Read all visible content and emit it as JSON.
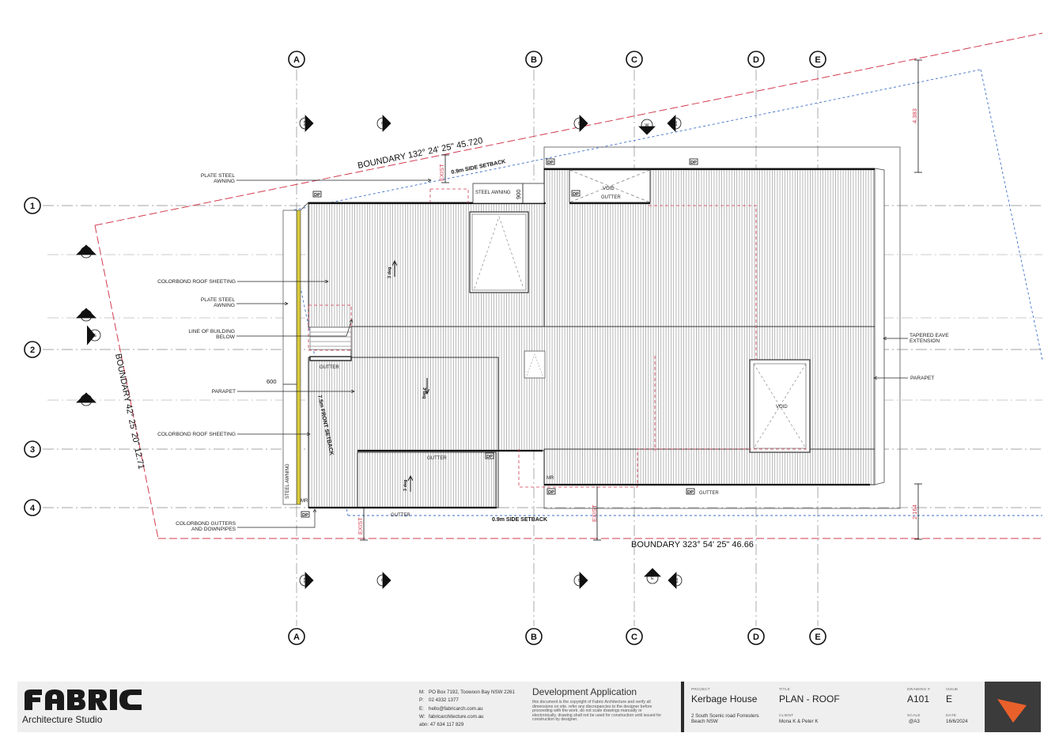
{
  "grid": {
    "columns": [
      "A",
      "B",
      "C",
      "D",
      "E"
    ],
    "rows": [
      "1",
      "2",
      "3",
      "4"
    ]
  },
  "boundaries": {
    "top": "BOUNDARY 132° 24' 25\"   45.720",
    "left": "BOUNDARY 42° 25' 20\"   12.71",
    "bottom": "BOUNDARY 323° 54' 25\"   46.66"
  },
  "setbacks": {
    "side_top": "0.9m SIDE SETBACK",
    "side_bottom": "0.9m SIDE SETBACK",
    "front": "7.5m FRONT SETBACK",
    "exist": "EXIST"
  },
  "dimensions": {
    "awning": "900",
    "parapet": "600",
    "right_top": "4.383",
    "right_bottom": "2.164"
  },
  "labels_left": {
    "plate_steel_awning_top": [
      "PLATE STEEL",
      "AWNING"
    ],
    "colorbond_roof_top": "COLORBOND ROOF SHEETING",
    "plate_steel_awning_mid": [
      "PLATE STEEL",
      "AWNING"
    ],
    "line_of_building": [
      "LINE OF BUILDING",
      "BELOW"
    ],
    "parapet": "PARAPET",
    "colorbond_roof_bottom": "COLORBOND ROOF SHEETING",
    "colorbond_gutters": [
      "COLORBOND GUTTERS",
      "AND DOWNPIPES"
    ]
  },
  "labels_right": {
    "tapered_eave": [
      "TAPERED EAVE",
      "EXTENSION"
    ],
    "parapet": "PARAPET"
  },
  "labels_plan": {
    "steel_awning": "STEEL AWNING",
    "steel_awning_vertical": "STEEL AWNING",
    "void_top": "VOID",
    "gutter_void": "GUTTER",
    "void_right": "VOID",
    "gutter": "GUTTER",
    "gutter_mid": "GUTTER",
    "gutter_bottom": "GUTTER",
    "gutter_right": "GUTTER",
    "dp": "DP",
    "mr": "MR",
    "slope": "3 deg"
  },
  "section_markers": {
    "left": [
      "A",
      "B",
      "S",
      "C"
    ],
    "top": [
      "E1",
      "E",
      "D",
      "W",
      "E2"
    ],
    "bottom": [
      "E1",
      "E",
      "D",
      "E",
      "E2"
    ]
  },
  "titleblock": {
    "company_name": "Architecture Studio",
    "logo_text": "FABRIC",
    "contact": [
      {
        "key": "M:",
        "value": "PO Box 7192, Toowoon Bay NSW 2261"
      },
      {
        "key": "P:",
        "value": "02 4332 1377"
      },
      {
        "key": "E:",
        "value": "hello@fabricarch.com.au"
      },
      {
        "key": "W:",
        "value": "fabricarchitecture.com.au"
      }
    ],
    "abn": "abn: 47 634 117 829",
    "stage": "Development Application",
    "copyright": "this document is the copyright of Fabric Architecture and verify all dimensions on site. refer any discrepancies to the designer before proceeding with the work. do not scale drawings manually or electronically. drawing shall not be used for construction until issued for construction by designer.",
    "project_label": "PROJECT",
    "project": "Kerbage House",
    "address": [
      "2 South Scenic road Forresters",
      "Beach NSW"
    ],
    "title_label": "TITLE",
    "title": "PLAN - ROOF",
    "client_label": "CLIENT",
    "client": "Mona K & Peter K",
    "drawing_label": "DRAWING #",
    "drawing": "A101",
    "issue_label": "ISSUE",
    "issue": "E",
    "scale_label": "SCALE",
    "scale": "@A3",
    "date_label": "DATE",
    "date": "16/6/2024"
  }
}
